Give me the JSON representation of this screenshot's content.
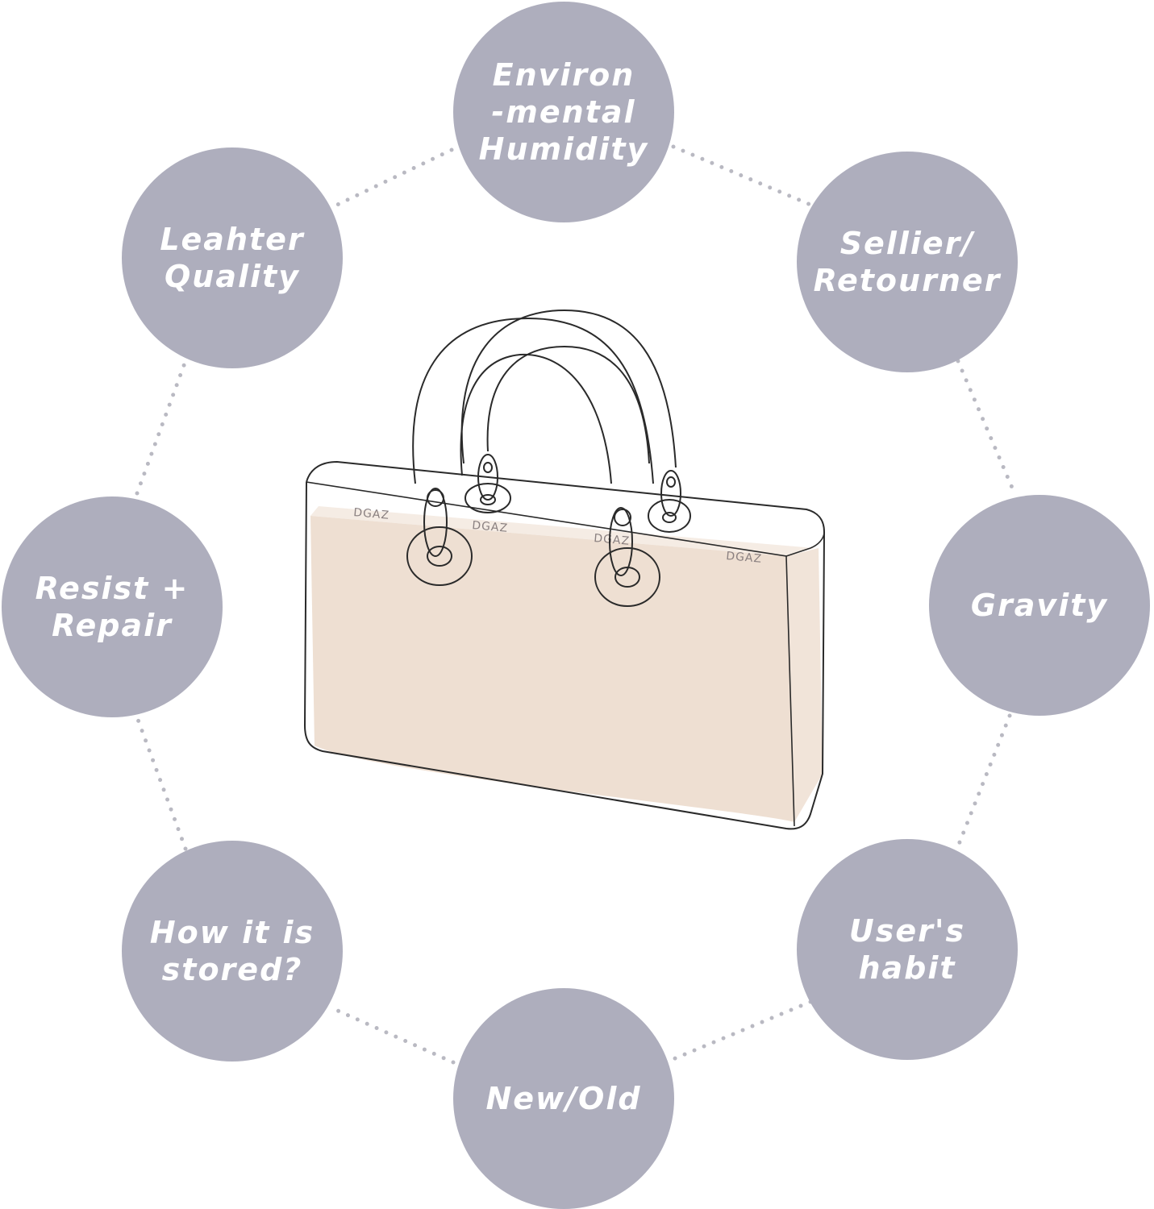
{
  "colors": {
    "circle_fill": "#aeaebd",
    "label_text": "#ffffff",
    "dotted_connector": "#b9b9c2",
    "bag_outline": "#2a2a2a",
    "insert_fill": "#eedfd2",
    "brand_text": "#8a8080"
  },
  "product": {
    "icon": "handbag-with-insert-icon",
    "brand_marks": [
      "DGAZ",
      "DGAZ",
      "DGAZ",
      "DGAZ"
    ]
  },
  "factors": [
    {
      "id": "environmental-humidity",
      "label": "Environ\n-mental\nHumidity"
    },
    {
      "id": "sellier-retourner",
      "label": "Sellier/\nRetourner"
    },
    {
      "id": "gravity",
      "label": "Gravity"
    },
    {
      "id": "users-habit",
      "label": "User's\nhabit"
    },
    {
      "id": "new-old",
      "label": "New/Old"
    },
    {
      "id": "how-it-is-stored",
      "label": "How it is\nstored?"
    },
    {
      "id": "resist-repair",
      "label": "Resist +\nRepair"
    },
    {
      "id": "leather-quality",
      "label": "Leahter\nQuality"
    }
  ]
}
